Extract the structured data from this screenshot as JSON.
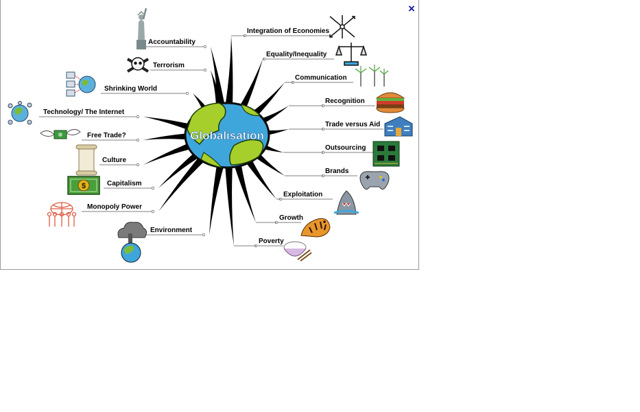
{
  "window": {
    "close_icon": "close-icon",
    "close_symbol": "×"
  },
  "map": {
    "center": "Globalisation",
    "left_branches": [
      {
        "label": "Accountability",
        "icon": "statue-of-liberty-icon"
      },
      {
        "label": "Terrorism",
        "icon": "skull-crossbones-icon"
      },
      {
        "label": "Shrinking World",
        "icon": "networked-computers-globe-icon"
      },
      {
        "label": "Technology/ The Internet",
        "icon": "globe-network-icon"
      },
      {
        "label": "Free Trade?",
        "icon": "flying-money-icon"
      },
      {
        "label": "Culture",
        "icon": "scroll-icon"
      },
      {
        "label": "Capitalism",
        "icon": "dollar-bill-icon"
      },
      {
        "label": "Monopoly Power",
        "icon": "people-holding-globe-icon"
      },
      {
        "label": "Environment",
        "icon": "polluted-earth-icon"
      }
    ],
    "right_branches": [
      {
        "label": "Integration of Economies",
        "icon": "compass-arrows-icon"
      },
      {
        "label": "Equality/Inequality",
        "icon": "balance-scale-icon"
      },
      {
        "label": "Communication",
        "icon": "wind-turbines-icon"
      },
      {
        "label": "Recognition",
        "icon": "hamburger-icon"
      },
      {
        "label": "Trade versus Aid",
        "icon": "building-icon"
      },
      {
        "label": "Outsourcing",
        "icon": "circuit-board-icon"
      },
      {
        "label": "Brands",
        "icon": "game-controller-icon"
      },
      {
        "label": "Exploitation",
        "icon": "shark-icon"
      },
      {
        "label": "Growth",
        "icon": "tiger-icon"
      },
      {
        "label": "Poverty",
        "icon": "rice-bowl-icon"
      }
    ]
  },
  "colors": {
    "ocean": "#3fa6dc",
    "land": "#a6cf2c",
    "spokes": "#000000",
    "close": "#1a1aa8"
  }
}
